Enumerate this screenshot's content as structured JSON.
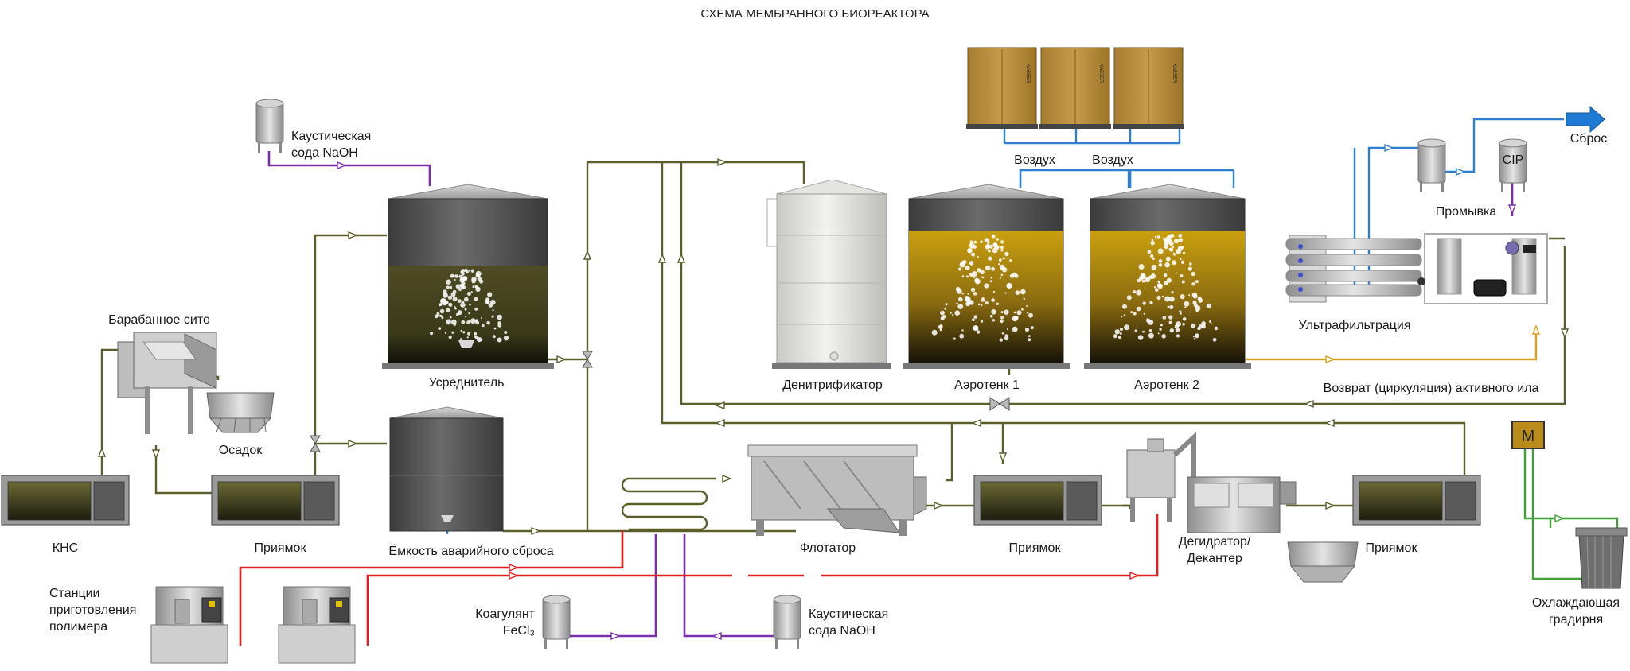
{
  "title": "СХЕМА МЕМБРАННОГО БИОРЕАКТОРА",
  "labels": {
    "kns": "КНС",
    "drum_screen": "Барабанное сито",
    "sludge": "Осадок",
    "sump1": "Приямок",
    "sump2": "Приямок",
    "sump3": "Приямок",
    "equalizer": "Усреднитель",
    "emergency_tank": "Ёмкость аварийного сброса",
    "caustic_top_1": "Каустическая",
    "caustic_top_2": "сода NaOH",
    "caustic_bottom_1": "Каустическая",
    "caustic_bottom_2": "сода NaOH",
    "coagulant_1": "Коагулянт",
    "coagulant_2": "FeCl₃",
    "polymer_1": "Станции",
    "polymer_2": "приготовления",
    "polymer_3": "полимера",
    "flotator": "Флотатор",
    "dehydrator_1": "Дегидратор/",
    "dehydrator_2": "Декантер",
    "denitrifier": "Денитрификатор",
    "aerotank1": "Аэротенк 1",
    "aerotank2": "Аэротенк 2",
    "air1": "Воздух",
    "air2": "Воздух",
    "ultrafiltration": "Ультрафильтрация",
    "flushing": "Промывка",
    "cip": "CIP",
    "discharge": "Сброс",
    "sludge_return": "Возврат (циркуляция) активного ила",
    "cooling_1": "Охлаждающая",
    "cooling_2": "градирня",
    "compressor_brand": "KAESER"
  },
  "colors": {
    "olive_pipe": "#5b5e2c",
    "polymer_line": "#e02020",
    "chemical_line": "#7a2fa8",
    "air_line": "#2f7fd0",
    "cooling_line": "#3fa035",
    "permeate_line": "#d8a020",
    "compressor": "#b98c3c",
    "tank_grey": "#5c5c5c",
    "liquid_dark": "#3f3e1c",
    "liquid_gold": "#c7950c"
  }
}
